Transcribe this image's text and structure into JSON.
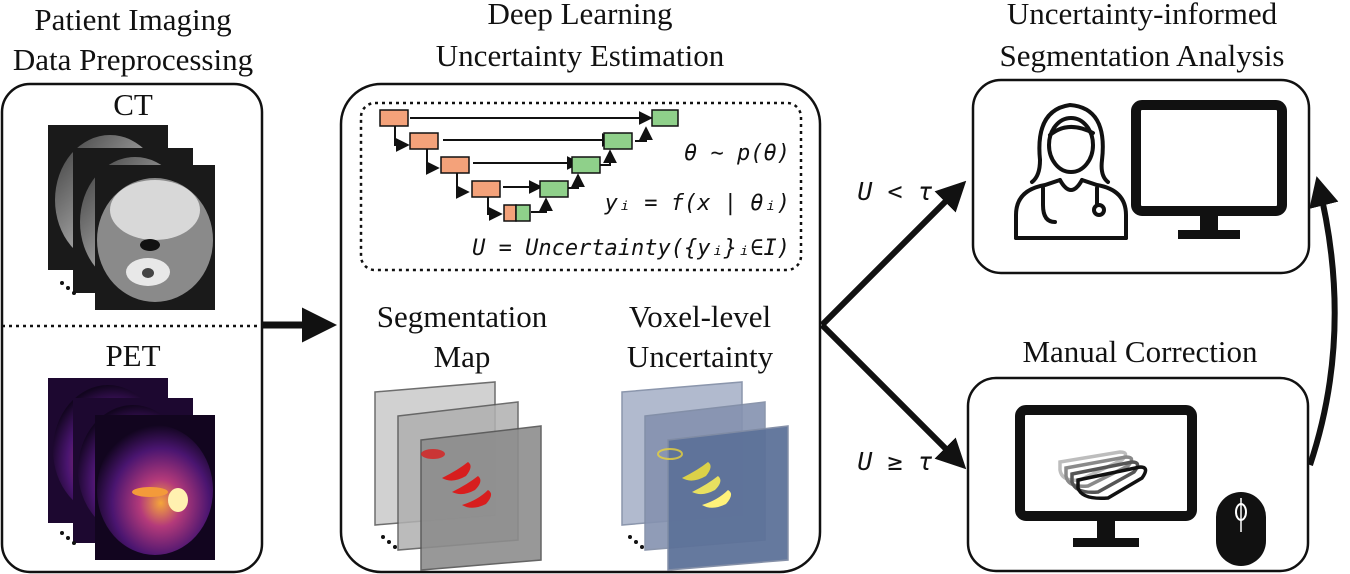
{
  "stage1": {
    "title_line1": "Patient Imaging",
    "title_line2": "Data Preprocessing",
    "ct_label": "CT",
    "pet_label": "PET"
  },
  "stage2": {
    "title_line1": "Deep Learning",
    "title_line2": "Uncertainty Estimation",
    "eq_prior": "θ ∼ p(θ)",
    "eq_output": "yᵢ = f(x | θᵢ)",
    "eq_uncertainty": "U = Uncertainty({yᵢ}ᵢ∈I)",
    "seg_line1": "Segmentation",
    "seg_line2": "Map",
    "unc_line1": "Voxel-level",
    "unc_line2": "Uncertainty"
  },
  "stage3": {
    "title_line1": "Uncertainty-informed",
    "title_line2": "Segmentation Analysis",
    "cond_low": "U < τ",
    "manual_title": "Manual Correction",
    "cond_high": "U ≥ τ"
  },
  "colors": {
    "encoder": "#f4a27a",
    "decoder": "#8fd08a",
    "seg_red": "#d81e1e",
    "unc_yellow": "#f2e23a",
    "unc_slab": "#5d7299",
    "seg_slab": "#8d8d8d"
  },
  "icons": [
    "doctor-icon",
    "monitor-icon",
    "mouse-icon",
    "arrow-icon"
  ]
}
